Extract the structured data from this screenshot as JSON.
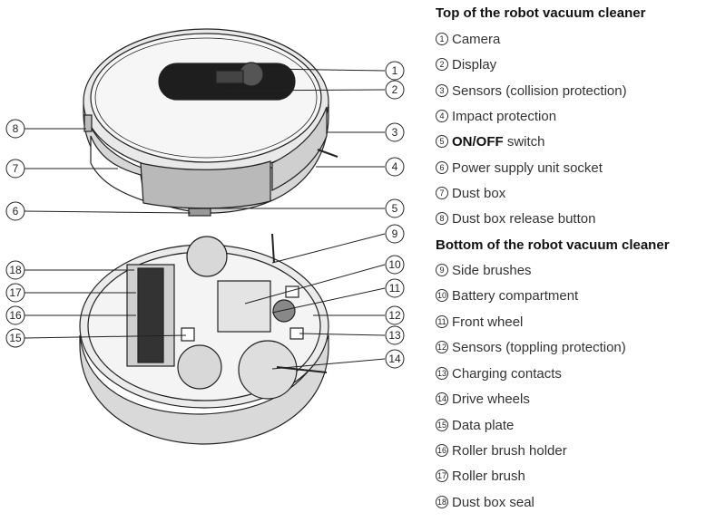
{
  "top": {
    "heading": "Top of the robot vacuum cleaner",
    "items": [
      {
        "num": "1",
        "label": "Camera"
      },
      {
        "num": "2",
        "label": "Display"
      },
      {
        "num": "3",
        "label": "Sensors (collision protection)"
      },
      {
        "num": "4",
        "label": "Impact protection"
      },
      {
        "num": "5",
        "label_bold": "ON/OFF",
        "label": " switch"
      },
      {
        "num": "6",
        "label": "Power supply unit socket"
      },
      {
        "num": "7",
        "label": "Dust box"
      },
      {
        "num": "8",
        "label": "Dust box release button"
      }
    ]
  },
  "bottom": {
    "heading": "Bottom of the robot vacuum cleaner",
    "items": [
      {
        "num": "9",
        "label": "Side brushes"
      },
      {
        "num": "10",
        "label": "Battery compartment"
      },
      {
        "num": "11",
        "label": "Front wheel"
      },
      {
        "num": "12",
        "label": "Sensors (toppling protection)"
      },
      {
        "num": "13",
        "label": "Charging contacts"
      },
      {
        "num": "14",
        "label": "Drive wheels"
      },
      {
        "num": "15",
        "label": "Data plate"
      },
      {
        "num": "16",
        "label": "Roller brush holder"
      },
      {
        "num": "17",
        "label": "Roller brush"
      },
      {
        "num": "18",
        "label": "Dust box seal"
      }
    ]
  },
  "callouts": [
    "1",
    "2",
    "3",
    "4",
    "5",
    "6",
    "7",
    "8",
    "9",
    "10",
    "11",
    "12",
    "13",
    "14",
    "15",
    "16",
    "17",
    "18"
  ],
  "colors": {
    "line": "#222222",
    "light": "#f2f2f2",
    "mid": "#c9c9c9",
    "dark": "#888888",
    "display": "#1e1e1e"
  }
}
